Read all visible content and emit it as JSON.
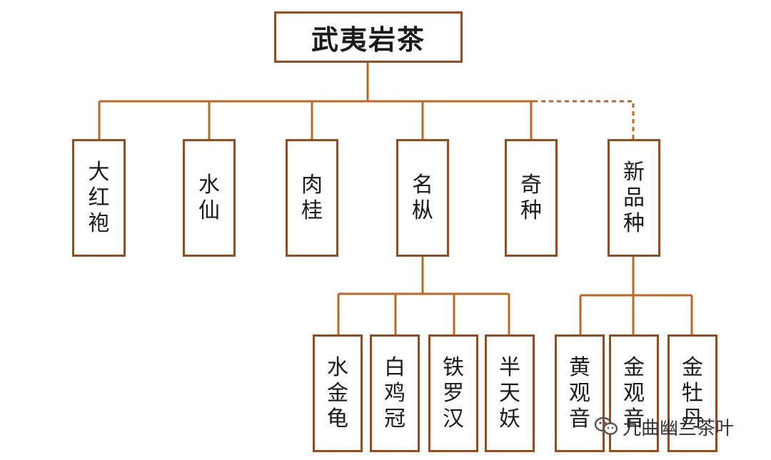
{
  "colors": {
    "line": "#c0661f",
    "border": "#9a4b1c",
    "text": "#1a1a1a"
  },
  "root": {
    "label": "武夷岩茶"
  },
  "categories": [
    {
      "id": "dahongpao",
      "label": "大红袍"
    },
    {
      "id": "shuixian",
      "label": "水仙"
    },
    {
      "id": "rougui",
      "label": "肉桂"
    },
    {
      "id": "mingcong",
      "label": "名枞"
    },
    {
      "id": "qizhong",
      "label": "奇种"
    },
    {
      "id": "xinpinzhong",
      "label": "新品种"
    }
  ],
  "mingcong_children": [
    {
      "id": "shuijingui",
      "label": "水金龟"
    },
    {
      "id": "baijiguan",
      "label": "白鸡冠"
    },
    {
      "id": "tieluohan",
      "label": "铁罗汉"
    },
    {
      "id": "bantianyao",
      "label": "半天妖"
    }
  ],
  "xinpinzhong_children": [
    {
      "id": "huangguanyin",
      "label": "黄观音"
    },
    {
      "id": "jinguanyin",
      "label": "金观音"
    },
    {
      "id": "jinmudan",
      "label": "金牡丹"
    }
  ],
  "watermark": {
    "text": "九曲幽兰茶叶",
    "icon": "wechat-icon"
  }
}
